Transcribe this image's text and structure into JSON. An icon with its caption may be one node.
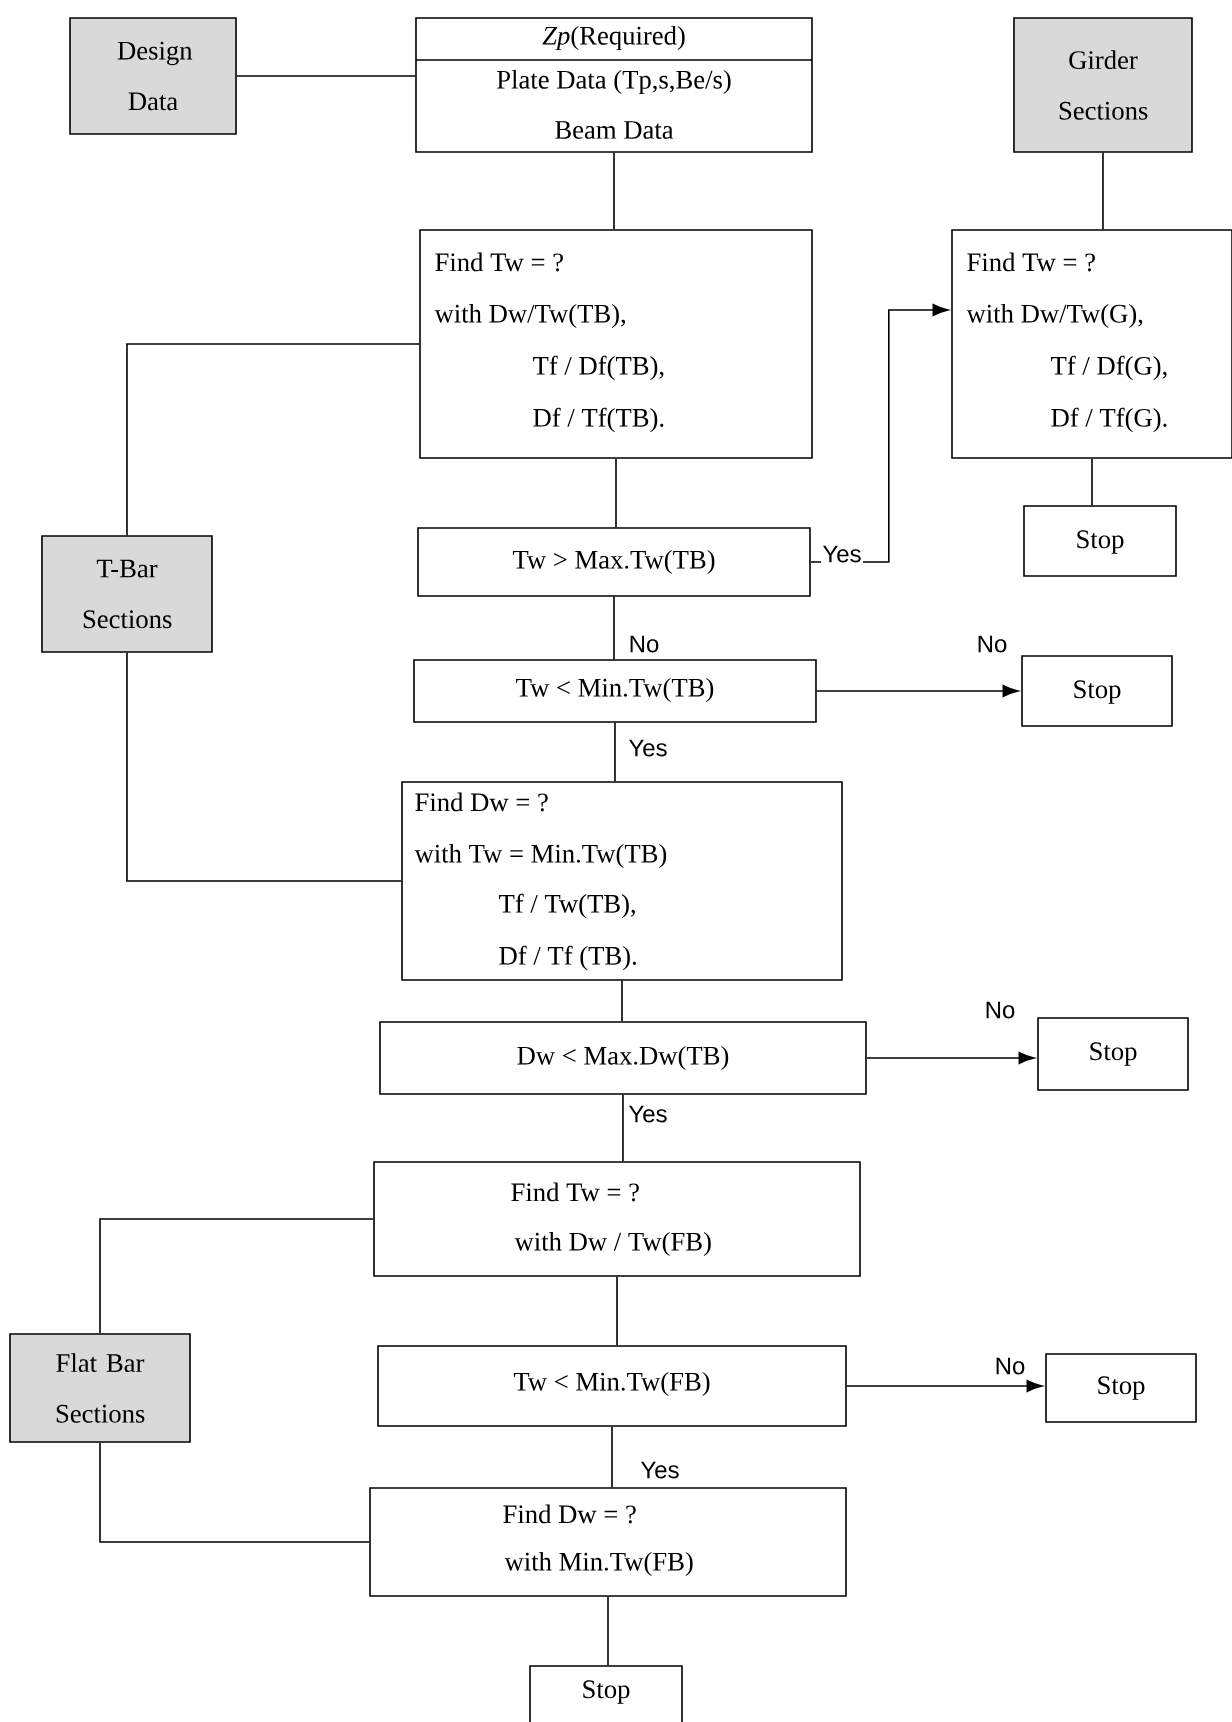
{
  "diagram": {
    "nodes": [
      {
        "text": [
          "Design Data"
        ]
      },
      {
        "text": [
          "*Zp*(Required)",
          "Plate Data (Tp,s,Be/s)",
          "Beam Data"
        ]
      },
      {
        "text": [
          "Girder Sections"
        ]
      },
      {
        "text": [
          "Find Tw = ?",
          "with Dw/Tw(TB),",
          "Tf / Df(TB),",
          "Df / Tf(TB)."
        ]
      },
      {
        "text": [
          "Find Tw = ?",
          "with Dw/Tw(G),",
          "Tf / Df(G),",
          "Df / Tf(G)."
        ]
      },
      {
        "text": [
          "T-Bar Sections"
        ]
      },
      {
        "text": [
          "Tw > Max.Tw(TB)"
        ]
      },
      {
        "text": [
          "Stop"
        ]
      },
      {
        "text": [
          "Tw < Min.Tw(TB)"
        ]
      },
      {
        "text": [
          "Stop"
        ]
      },
      {
        "text": [
          "Find Dw = ?",
          "with Tw = Min.Tw(TB)",
          "Tf / Tw(TB),",
          "Df / Tf (TB)."
        ]
      },
      {
        "text": [
          "Dw < Max.Dw(TB)"
        ]
      },
      {
        "text": [
          "Stop"
        ]
      },
      {
        "text": [
          "Find Tw = ?",
          "with Dw / Tw(FB)"
        ]
      },
      {
        "text": [
          "Flat Bar Sections"
        ]
      },
      {
        "text": [
          "Tw < Min.Tw(FB)"
        ]
      },
      {
        "text": [
          "Stop"
        ]
      },
      {
        "text": [
          "Find Dw = ?",
          "with Min.Tw(FB)"
        ]
      },
      {
        "text": [
          "Stop"
        ]
      }
    ],
    "edges": [
      {
        "from": 0,
        "to": 1,
        "arrow": "none"
      },
      {
        "from": 1,
        "to": 3,
        "arrow": "none"
      },
      {
        "from": 2,
        "to": 4,
        "arrow": "none"
      },
      {
        "from": 5,
        "to": 3,
        "arrow": "none"
      },
      {
        "from": 3,
        "to": 6,
        "arrow": "none"
      },
      {
        "from": 6,
        "to": 4,
        "arrow": "to",
        "label": "Yes"
      },
      {
        "from": 4,
        "to": 7,
        "arrow": "none"
      },
      {
        "from": 6,
        "to": 8,
        "arrow": "none",
        "label": "No"
      },
      {
        "from": 8,
        "to": 9,
        "arrow": "to",
        "label": "No"
      },
      {
        "from": 8,
        "to": 10,
        "arrow": "none",
        "label": "Yes"
      },
      {
        "from": 5,
        "to": 10,
        "arrow": "none"
      },
      {
        "from": 10,
        "to": 11,
        "arrow": "none"
      },
      {
        "from": 11,
        "to": 12,
        "arrow": "to",
        "label": "No"
      },
      {
        "from": 11,
        "to": 13,
        "arrow": "none",
        "label": "Yes"
      },
      {
        "from": 14,
        "to": 13,
        "arrow": "none"
      },
      {
        "from": 13,
        "to": 15,
        "arrow": "none"
      },
      {
        "from": 15,
        "to": 16,
        "arrow": "to",
        "label": "No"
      },
      {
        "from": 15,
        "to": 17,
        "arrow": "none",
        "label": "Yes"
      },
      {
        "from": 14,
        "to": 17,
        "arrow": "none"
      },
      {
        "from": 17,
        "to": 18,
        "arrow": "none"
      }
    ]
  }
}
